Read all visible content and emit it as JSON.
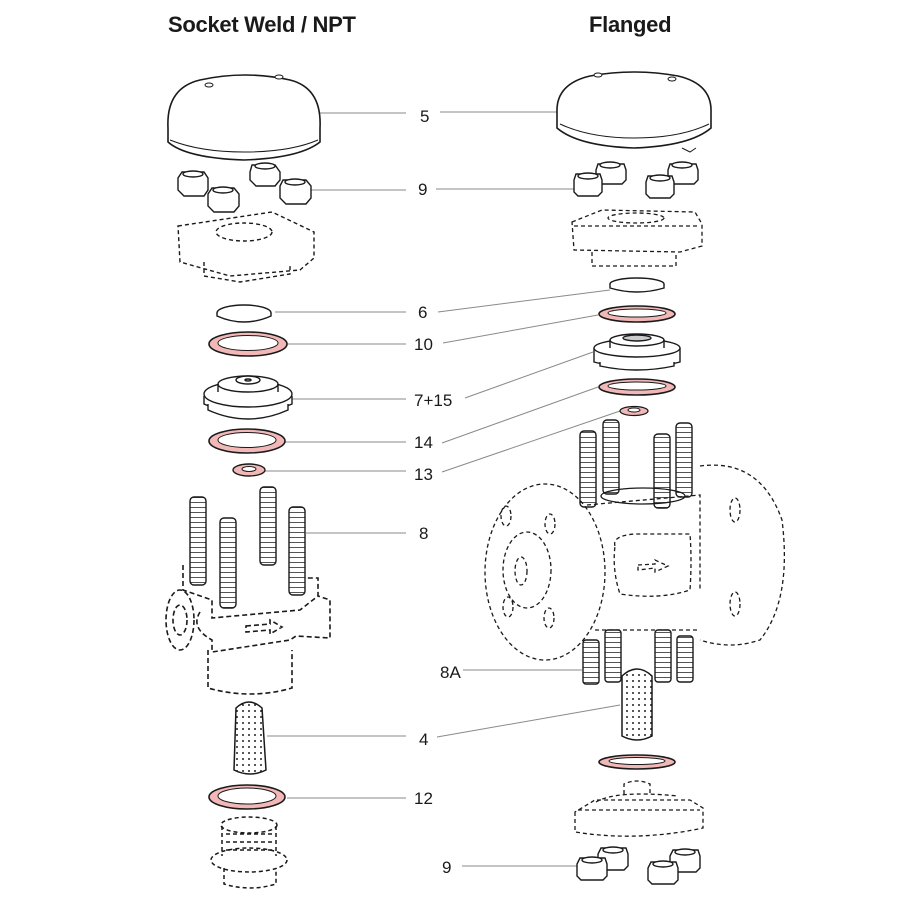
{
  "diagram": {
    "titles": {
      "left": "Socket Weld / NPT",
      "right": "Flanged"
    },
    "colors": {
      "gasket_fill": "#f2b8b8",
      "outline": "#1a1a1a",
      "leader": "#8a8a8a",
      "text": "#1a1a1a"
    },
    "callouts": [
      {
        "id": "5",
        "label": "5",
        "part": "cap"
      },
      {
        "id": "9-top",
        "label": "9",
        "part": "hex nuts"
      },
      {
        "id": "6",
        "label": "6",
        "part": "disc"
      },
      {
        "id": "10",
        "label": "10",
        "part": "gasket"
      },
      {
        "id": "7-15",
        "label": "7+15",
        "part": "seat / insert assembly"
      },
      {
        "id": "14",
        "label": "14",
        "part": "gasket"
      },
      {
        "id": "13",
        "label": "13",
        "part": "small gasket"
      },
      {
        "id": "8",
        "label": "8",
        "part": "studs"
      },
      {
        "id": "8A",
        "label": "8A",
        "part": "lower studs (flanged)"
      },
      {
        "id": "4",
        "label": "4",
        "part": "strainer screen"
      },
      {
        "id": "12",
        "label": "12",
        "part": "gasket"
      },
      {
        "id": "9-bottom",
        "label": "9",
        "part": "hex nuts (flanged, bottom)"
      }
    ]
  }
}
